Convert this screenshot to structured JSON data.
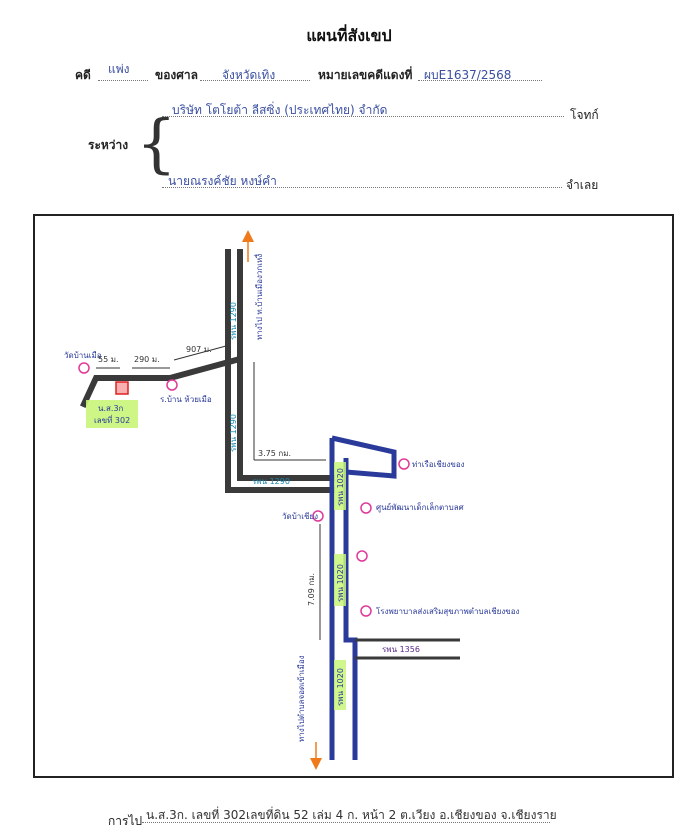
{
  "header": {
    "title": "แผนที่สังเขป",
    "case_label": "คดี",
    "case_type": "แพ่ง",
    "court_label": "ของศาล",
    "court_name": "จังหวัดเทิง",
    "red_case_label": "หมายเลขคดีแดงที่",
    "red_case_no": "ผบE1637/2568"
  },
  "parties": {
    "between_label": "ระหว่าง",
    "plaintiff_name": "บริษัท โตโยต้า ลีสซิ่ง (ประเทศไทย) จำกัด",
    "plaintiff_role": "โจทก์",
    "defendant_name": "นายณรงค์ชัย หงษ์คำ",
    "defendant_role": "จำเลย"
  },
  "map": {
    "road_colors": {
      "main": "#3a3a3a",
      "secondary": "#2a3a9a",
      "arrow": "#f07a1a",
      "marker": "#e0399a"
    },
    "labels": {
      "to_ban_mueang": "ทางไป ท.บ้านเมืองวกเหงื่",
      "road_1290_a": "รพน 1290",
      "road_1290_b": "รพน 1290",
      "road_1290_h": "รพน 1290",
      "road_1020_a": "รพน 1020",
      "road_1020_b": "รพน 1020",
      "road_1020_c": "รพน 1020",
      "road_1356": "รพน 1356",
      "to_chiang_rai": "ทางไปตำบลจอดเข้าเมือง",
      "temple_1": "วัดบ้านเมือ",
      "temple_2": "วัดบ้าเชียง",
      "school": "ร.บ้าน ห้วยเมือ",
      "dist_55": "55 ม.",
      "dist_290": "290 ม.",
      "dist_907": "907 ม.",
      "dist_375": "3.75 กม.",
      "dist_709": "7.09 กม.",
      "port": "ท่าเรือเชียงของ",
      "center": "ศูนย์พัฒนาเด็กเล็กตาบลศ",
      "hospital": "โรงพยาบาลส่งเสริมสุขภาพตำบลเชียงของ",
      "property_line1": "น.ส.3ก",
      "property_line2": "เลขที่ 302"
    }
  },
  "footer": {
    "to_label": "การไป",
    "directions": "น.ส.3ก. เลขที่ 302เลขที่ดิน 52 เล่ม 4 ก. หน้า 2 ต.เวียง อ.เชียงของ จ.เชียงราย"
  }
}
